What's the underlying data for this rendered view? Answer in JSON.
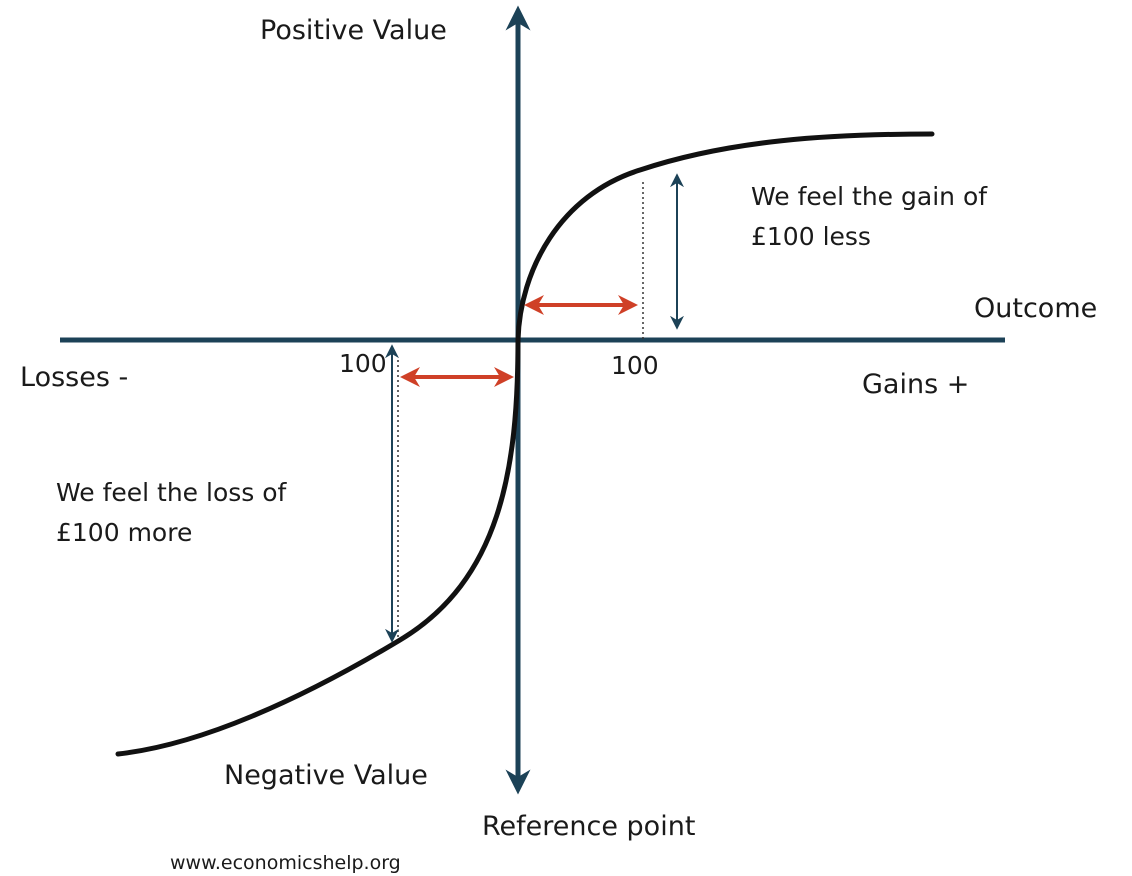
{
  "labels": {
    "positive_value": "Positive Value",
    "negative_value": "Negative Value",
    "outcome": "Outcome",
    "losses": "Losses -",
    "gains": "Gains +",
    "reference_point": "Reference point",
    "tick_loss": "100",
    "tick_gain": "100",
    "gain_note_line1": "We feel the gain of",
    "gain_note_line2": "£100  less",
    "loss_note_line1": "We feel the loss of",
    "loss_note_line2": "£100  more",
    "source": "www.economicshelp.org"
  },
  "colors": {
    "axis": "#1c4257",
    "curve": "#111111",
    "highlight_arrow": "#cf4027",
    "value_arrow": "#1c4257",
    "text": "#1a1a1a"
  }
}
